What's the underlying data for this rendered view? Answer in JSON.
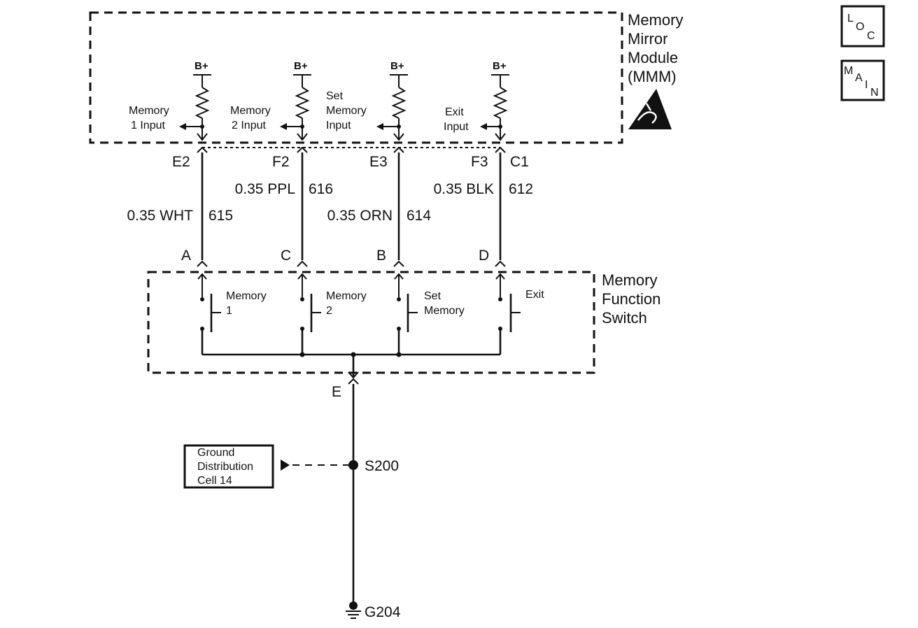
{
  "module": {
    "name_lines": [
      "Memory",
      "Mirror",
      "Module",
      "(MMM)"
    ],
    "supply": [
      "B+",
      "B+",
      "B+",
      "B+"
    ],
    "inputs": [
      {
        "lines": [
          "Memory",
          "1 Input"
        ]
      },
      {
        "lines": [
          "Memory",
          "2 Input"
        ]
      },
      {
        "lines": [
          "Set",
          "Memory",
          "Input"
        ]
      },
      {
        "lines": [
          "Exit",
          "Input"
        ]
      }
    ]
  },
  "pins_top": [
    "E2",
    "F2",
    "E3",
    "F3",
    "C1"
  ],
  "wires": [
    {
      "spec": "0.35 WHT",
      "circuit": "615"
    },
    {
      "spec": "0.35 PPL",
      "circuit": "616"
    },
    {
      "spec": "0.35 ORN",
      "circuit": "614"
    },
    {
      "spec": "0.35 BLK",
      "circuit": "612"
    }
  ],
  "pins_bottom": [
    "A",
    "C",
    "B",
    "D"
  ],
  "switch": {
    "name_lines": [
      "Memory",
      "Function",
      "Switch"
    ],
    "buttons": [
      {
        "lines": [
          "Memory",
          "1"
        ]
      },
      {
        "lines": [
          "Memory",
          "2"
        ]
      },
      {
        "lines": [
          "Set",
          "Memory"
        ]
      },
      {
        "lines": [
          "Exit"
        ]
      }
    ],
    "ground_pin": "E"
  },
  "splice": "S200",
  "ground_ref": {
    "lines": [
      "Ground",
      "Distribution",
      "Cell 14"
    ]
  },
  "ground": "G204",
  "corner_icons": [
    {
      "name": "loc-icon",
      "letters": [
        "L",
        "O",
        "C"
      ]
    },
    {
      "name": "main-icon",
      "letters": [
        "M",
        "A",
        "I",
        "N"
      ]
    }
  ]
}
